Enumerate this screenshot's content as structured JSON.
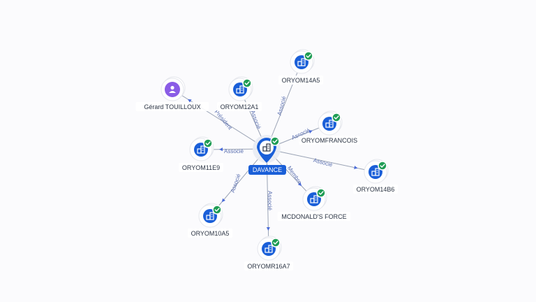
{
  "colors": {
    "edge": "#9aa3b5",
    "edge_label": "#5a6fb0",
    "company": "#1a5fd8",
    "person": "#8a5ce6",
    "check": "#1f9d55",
    "center": "#1a5fd8"
  },
  "center": {
    "label": "DAVANCE",
    "icon": "building-icon"
  },
  "nodes": [
    {
      "id": "oryom14a5",
      "label": "ORYOM14A5",
      "type": "company",
      "icon": "building-icon",
      "verified": true,
      "edge_label": "Associé"
    },
    {
      "id": "oryom12a1",
      "label": "ORYOM12A1",
      "type": "company",
      "icon": "building-icon",
      "verified": true,
      "edge_label": "Associé"
    },
    {
      "id": "gerard",
      "label": "Gérard TOUILLOUX",
      "type": "person",
      "icon": "person-icon",
      "verified": false,
      "edge_label": "Président"
    },
    {
      "id": "oryomfrancois",
      "label": "ORYOMFRANCOIS",
      "type": "company",
      "icon": "building-icon",
      "verified": true,
      "edge_label": "Associé"
    },
    {
      "id": "oryom11e9",
      "label": "ORYOM11E9",
      "type": "company",
      "icon": "building-icon",
      "verified": true,
      "edge_label": "Associé"
    },
    {
      "id": "oryom14b6",
      "label": "ORYOM14B6",
      "type": "company",
      "icon": "building-icon",
      "verified": true,
      "edge_label": "Associé"
    },
    {
      "id": "mcdonalds",
      "label": "MCDONALD'S FORCE",
      "type": "company",
      "icon": "building-icon",
      "verified": true,
      "edge_label": "Membre"
    },
    {
      "id": "oryom10a5",
      "label": "ORYOM10A5",
      "type": "company",
      "icon": "building-icon",
      "verified": true,
      "edge_label": "Associé"
    },
    {
      "id": "oryomr16a7",
      "label": "ORYOMR16A7",
      "type": "company",
      "icon": "building-icon",
      "verified": true,
      "edge_label": "Associé"
    }
  ]
}
